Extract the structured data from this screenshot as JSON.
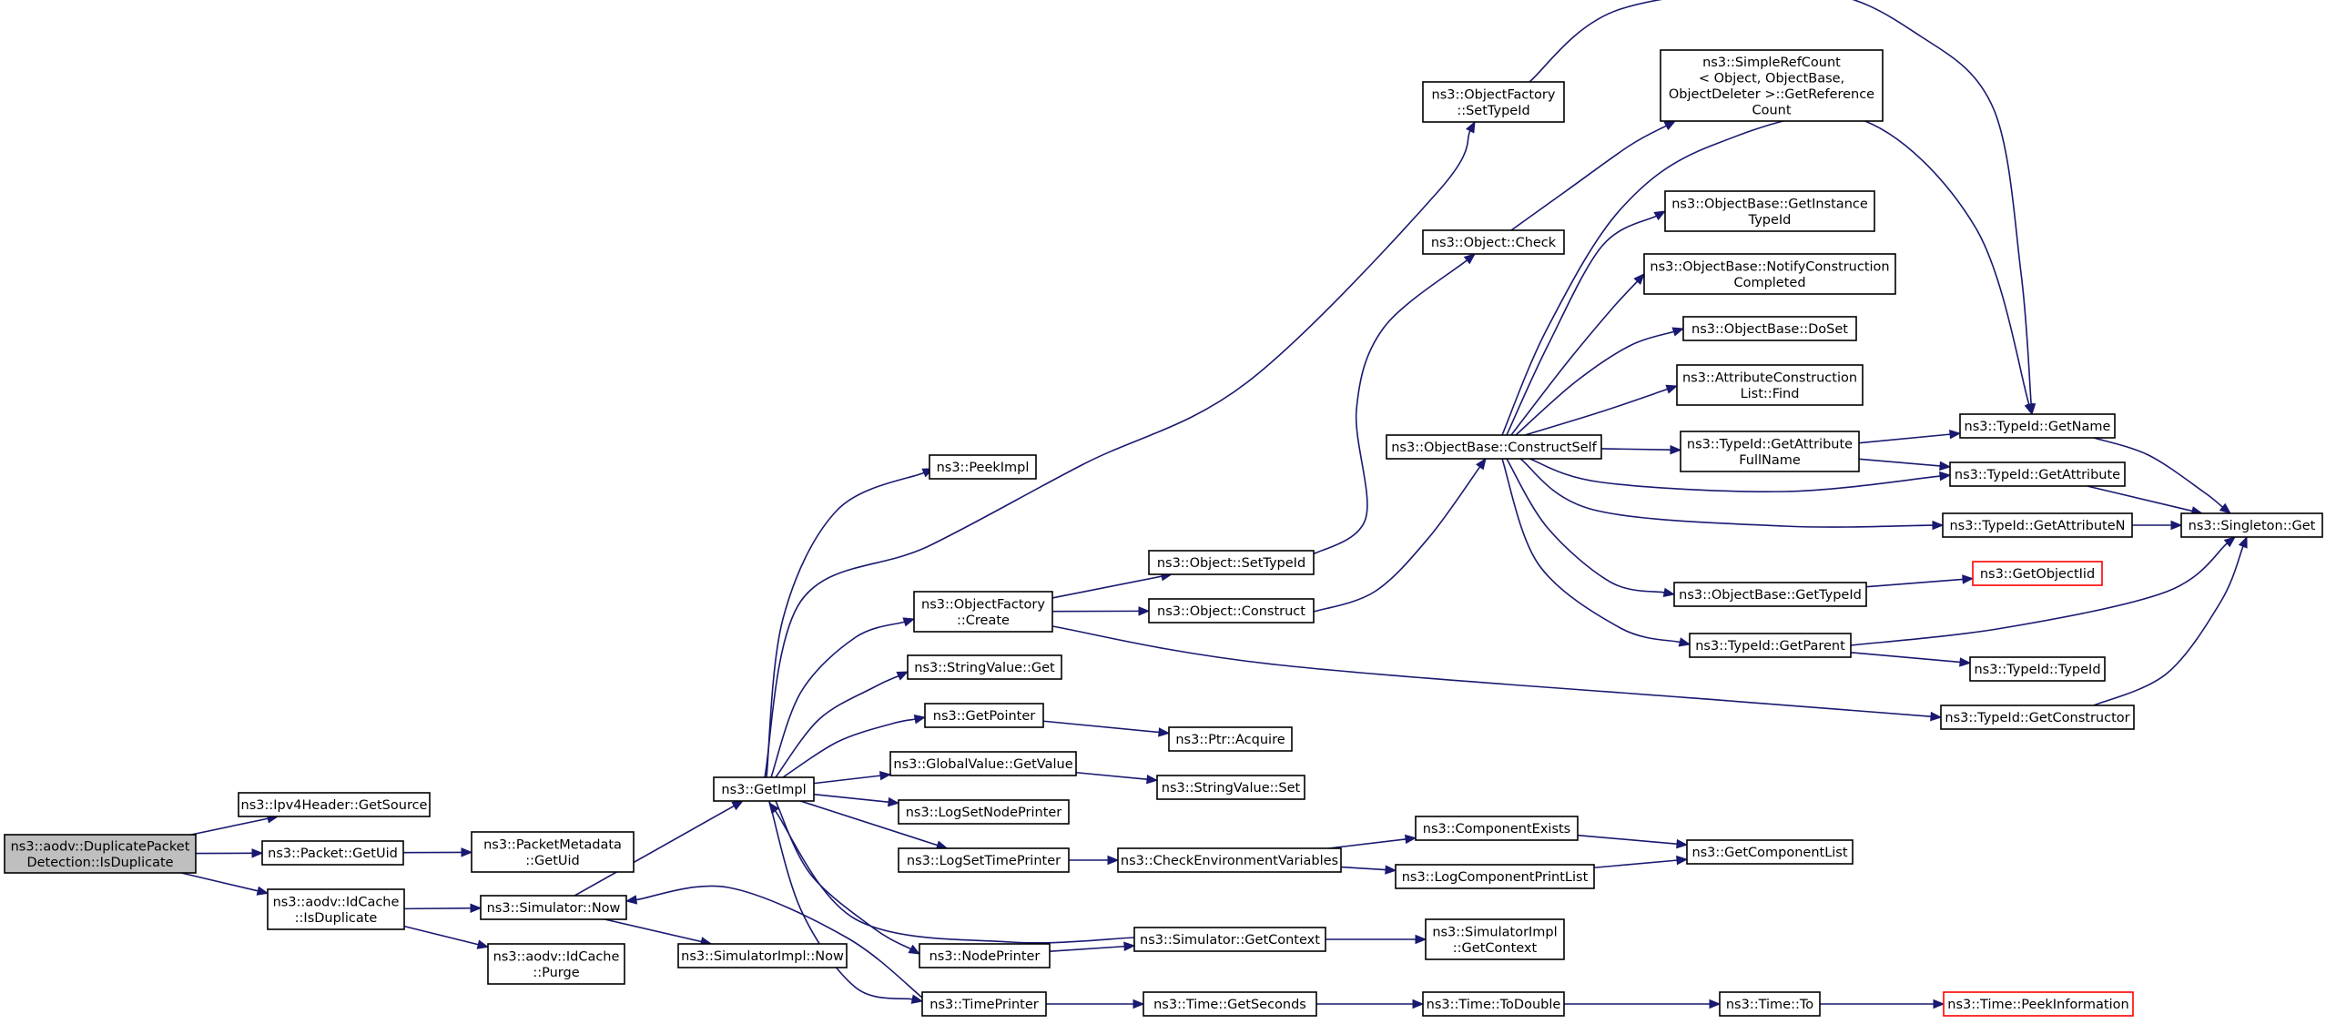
{
  "colors": {
    "edge": "#191970",
    "root_fill": "#bfbfbf",
    "node_fill": "#ffffff",
    "node_border": "#000000",
    "incomplete_border": "#ff0000"
  },
  "nodes": [
    {
      "id": "isdup",
      "lines": [
        "ns3::aodv::DuplicatePacket",
        "Detection::IsDuplicate"
      ],
      "root": true
    },
    {
      "id": "getsource",
      "lines": [
        "ns3::Ipv4Header::GetSource"
      ]
    },
    {
      "id": "packetgetuid",
      "lines": [
        "ns3::Packet::GetUid"
      ]
    },
    {
      "id": "idcache",
      "lines": [
        "ns3::aodv::IdCache",
        "::IsDuplicate"
      ]
    },
    {
      "id": "pmgetuid",
      "lines": [
        "ns3::PacketMetadata",
        "::GetUid"
      ]
    },
    {
      "id": "simnow",
      "lines": [
        "ns3::Simulator::Now"
      ]
    },
    {
      "id": "purge",
      "lines": [
        "ns3::aodv::IdCache",
        "::Purge"
      ]
    },
    {
      "id": "simimplnow",
      "lines": [
        "ns3::SimulatorImpl::Now"
      ]
    },
    {
      "id": "getimpl",
      "lines": [
        "ns3::GetImpl"
      ]
    },
    {
      "id": "peekimpl",
      "lines": [
        "ns3::PeekImpl"
      ]
    },
    {
      "id": "ofcreate",
      "lines": [
        "ns3::ObjectFactory",
        "::Create"
      ]
    },
    {
      "id": "svget",
      "lines": [
        "ns3::StringValue::Get"
      ]
    },
    {
      "id": "getpointer",
      "lines": [
        "ns3::GetPointer"
      ]
    },
    {
      "id": "gvgetvalue",
      "lines": [
        "ns3::GlobalValue::GetValue"
      ]
    },
    {
      "id": "logsetnode",
      "lines": [
        "ns3::LogSetNodePrinter"
      ]
    },
    {
      "id": "logsettime",
      "lines": [
        "ns3::LogSetTimePrinter"
      ]
    },
    {
      "id": "nodeprinter",
      "lines": [
        "ns3::NodePrinter"
      ]
    },
    {
      "id": "timeprinter",
      "lines": [
        "ns3::TimePrinter"
      ]
    },
    {
      "id": "objsettypeid",
      "lines": [
        "ns3::Object::SetTypeId"
      ]
    },
    {
      "id": "objconstruct",
      "lines": [
        "ns3::Object::Construct"
      ]
    },
    {
      "id": "ptracquire",
      "lines": [
        "ns3::Ptr::Acquire"
      ]
    },
    {
      "id": "svset",
      "lines": [
        "ns3::StringValue::Set"
      ]
    },
    {
      "id": "checkenv",
      "lines": [
        "ns3::CheckEnvironmentVariables"
      ]
    },
    {
      "id": "simgetctx",
      "lines": [
        "ns3::Simulator::GetContext"
      ]
    },
    {
      "id": "timegetsec",
      "lines": [
        "ns3::Time::GetSeconds"
      ]
    },
    {
      "id": "ofsettypeid",
      "lines": [
        "ns3::ObjectFactory",
        "::SetTypeId"
      ]
    },
    {
      "id": "objcheck",
      "lines": [
        "ns3::Object::Check"
      ]
    },
    {
      "id": "constructself",
      "lines": [
        "ns3::ObjectBase::ConstructSelf"
      ]
    },
    {
      "id": "compexists",
      "lines": [
        "ns3::ComponentExists"
      ]
    },
    {
      "id": "logcompprint",
      "lines": [
        "ns3::LogComponentPrintList"
      ]
    },
    {
      "id": "simimplctx",
      "lines": [
        "ns3::SimulatorImpl",
        "::GetContext"
      ]
    },
    {
      "id": "timetodouble",
      "lines": [
        "ns3::Time::ToDouble"
      ]
    },
    {
      "id": "simplerefcount",
      "lines": [
        "ns3::SimpleRefCount",
        "< Object, ObjectBase,",
        "ObjectDeleter >::GetReference",
        "Count"
      ]
    },
    {
      "id": "getinstancetid",
      "lines": [
        "ns3::ObjectBase::GetInstance",
        "TypeId"
      ]
    },
    {
      "id": "notifyconstr",
      "lines": [
        "ns3::ObjectBase::NotifyConstruction",
        "Completed"
      ]
    },
    {
      "id": "doset",
      "lines": [
        "ns3::ObjectBase::DoSet"
      ]
    },
    {
      "id": "attrfind",
      "lines": [
        "ns3::AttributeConstruction",
        "List::Find"
      ]
    },
    {
      "id": "tidgetattrfull",
      "lines": [
        "ns3::TypeId::GetAttribute",
        "FullName"
      ]
    },
    {
      "id": "obgettypeid",
      "lines": [
        "ns3::ObjectBase::GetTypeId"
      ]
    },
    {
      "id": "tidgetparent",
      "lines": [
        "ns3::TypeId::GetParent"
      ]
    },
    {
      "id": "getcomplist",
      "lines": [
        "ns3::GetComponentList"
      ]
    },
    {
      "id": "timeto",
      "lines": [
        "ns3::Time::To"
      ]
    },
    {
      "id": "tidgetname",
      "lines": [
        "ns3::TypeId::GetName"
      ]
    },
    {
      "id": "tidgetattr",
      "lines": [
        "ns3::TypeId::GetAttribute"
      ]
    },
    {
      "id": "tidgetattrn",
      "lines": [
        "ns3::TypeId::GetAttributeN"
      ]
    },
    {
      "id": "getobjectiid",
      "lines": [
        "ns3::GetObjectIid"
      ],
      "incomplete": true
    },
    {
      "id": "tidtypeid",
      "lines": [
        "ns3::TypeId::TypeId"
      ]
    },
    {
      "id": "tidgetctor",
      "lines": [
        "ns3::TypeId::GetConstructor"
      ]
    },
    {
      "id": "timepeekinfo",
      "lines": [
        "ns3::Time::PeekInformation"
      ],
      "incomplete": true
    },
    {
      "id": "singletonget",
      "lines": [
        "ns3::Singleton::Get"
      ]
    }
  ],
  "edges": [
    [
      "isdup",
      "getsource"
    ],
    [
      "isdup",
      "packetgetuid"
    ],
    [
      "isdup",
      "idcache"
    ],
    [
      "packetgetuid",
      "pmgetuid"
    ],
    [
      "idcache",
      "simnow"
    ],
    [
      "idcache",
      "purge"
    ],
    [
      "simnow",
      "getimpl"
    ],
    [
      "simnow",
      "simimplnow"
    ],
    [
      "getimpl",
      "peekimpl"
    ],
    [
      "getimpl",
      "ofsettypeid"
    ],
    [
      "getimpl",
      "ofcreate"
    ],
    [
      "getimpl",
      "svget"
    ],
    [
      "getimpl",
      "getpointer"
    ],
    [
      "getimpl",
      "gvgetvalue"
    ],
    [
      "getimpl",
      "logsetnode"
    ],
    [
      "getimpl",
      "logsettime"
    ],
    [
      "getimpl",
      "nodeprinter"
    ],
    [
      "getimpl",
      "timeprinter"
    ],
    [
      "ofcreate",
      "objsettypeid"
    ],
    [
      "ofcreate",
      "objconstruct"
    ],
    [
      "ofcreate",
      "tidgetctor"
    ],
    [
      "getpointer",
      "ptracquire"
    ],
    [
      "gvgetvalue",
      "svset"
    ],
    [
      "logsettime",
      "checkenv"
    ],
    [
      "nodeprinter",
      "simgetctx"
    ],
    [
      "timeprinter",
      "simnow"
    ],
    [
      "timeprinter",
      "timegetsec"
    ],
    [
      "objsettypeid",
      "objcheck"
    ],
    [
      "objconstruct",
      "constructself"
    ],
    [
      "checkenv",
      "compexists"
    ],
    [
      "checkenv",
      "logcompprint"
    ],
    [
      "simgetctx",
      "getimpl"
    ],
    [
      "simgetctx",
      "simimplctx"
    ],
    [
      "timegetsec",
      "timetodouble"
    ],
    [
      "ofsettypeid",
      "tidgetname"
    ],
    [
      "objcheck",
      "simplerefcount"
    ],
    [
      "constructself",
      "getinstancetid"
    ],
    [
      "constructself",
      "notifyconstr"
    ],
    [
      "constructself",
      "doset"
    ],
    [
      "constructself",
      "attrfind"
    ],
    [
      "constructself",
      "tidgetattrfull"
    ],
    [
      "constructself",
      "tidgetname"
    ],
    [
      "constructself",
      "tidgetattr"
    ],
    [
      "constructself",
      "tidgetattrn"
    ],
    [
      "constructself",
      "obgettypeid"
    ],
    [
      "constructself",
      "tidgetparent"
    ],
    [
      "compexists",
      "getcomplist"
    ],
    [
      "logcompprint",
      "getcomplist"
    ],
    [
      "timetodouble",
      "timeto"
    ],
    [
      "tidgetattrfull",
      "tidgetname"
    ],
    [
      "tidgetattrfull",
      "tidgetattr"
    ],
    [
      "obgettypeid",
      "getobjectiid"
    ],
    [
      "tidgetparent",
      "singletonget"
    ],
    [
      "tidgetparent",
      "tidtypeid"
    ],
    [
      "timeto",
      "timepeekinfo"
    ],
    [
      "tidgetname",
      "singletonget"
    ],
    [
      "tidgetattr",
      "singletonget"
    ],
    [
      "tidgetattrn",
      "singletonget"
    ],
    [
      "tidgetctor",
      "singletonget"
    ]
  ]
}
